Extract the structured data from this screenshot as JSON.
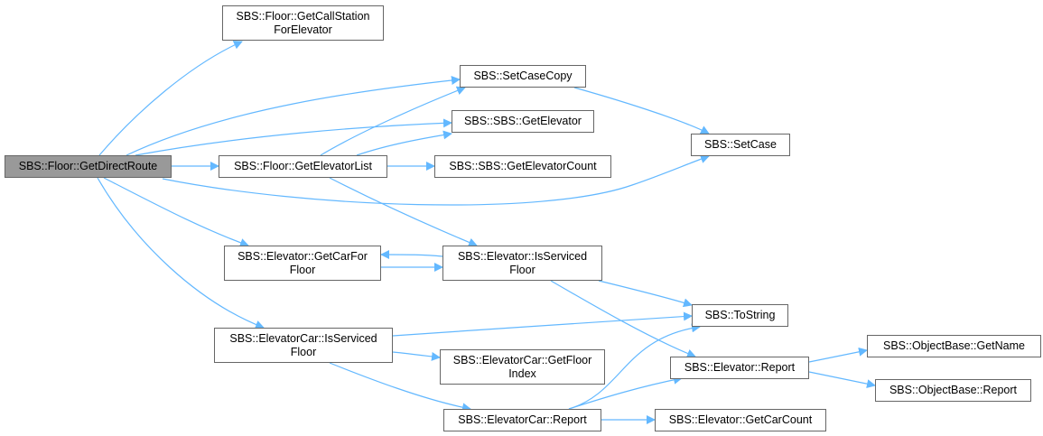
{
  "graph": {
    "edge_color": "#63b8ff",
    "node_fill": "#ffffff",
    "node_border": "#666666",
    "root_fill": "#999999",
    "nodes": [
      {
        "id": "root",
        "label": "SBS::Floor::GetDirectRoute",
        "root": true
      },
      {
        "id": "callstation",
        "label": "SBS::Floor::GetCallStation\nForElevator"
      },
      {
        "id": "setcasecopy",
        "label": "SBS::SetCaseCopy"
      },
      {
        "id": "getelevator",
        "label": "SBS::SBS::GetElevator"
      },
      {
        "id": "setcase",
        "label": "SBS::SetCase"
      },
      {
        "id": "getelevatorlist",
        "label": "SBS::Floor::GetElevatorList"
      },
      {
        "id": "getelevatorcount",
        "label": "SBS::SBS::GetElevatorCount"
      },
      {
        "id": "getcarforfloor",
        "label": "SBS::Elevator::GetCarFor\nFloor"
      },
      {
        "id": "elev_isserviced",
        "label": "SBS::Elevator::IsServiced\nFloor"
      },
      {
        "id": "tostring",
        "label": "SBS::ToString"
      },
      {
        "id": "car_isserviced",
        "label": "SBS::ElevatorCar::IsServiced\nFloor"
      },
      {
        "id": "getfloorindex",
        "label": "SBS::ElevatorCar::GetFloor\nIndex"
      },
      {
        "id": "elev_report",
        "label": "SBS::Elevator::Report"
      },
      {
        "id": "getname",
        "label": "SBS::ObjectBase::GetName"
      },
      {
        "id": "objbase_report",
        "label": "SBS::ObjectBase::Report"
      },
      {
        "id": "car_report",
        "label": "SBS::ElevatorCar::Report"
      },
      {
        "id": "getcarcount",
        "label": "SBS::Elevator::GetCarCount"
      }
    ]
  }
}
